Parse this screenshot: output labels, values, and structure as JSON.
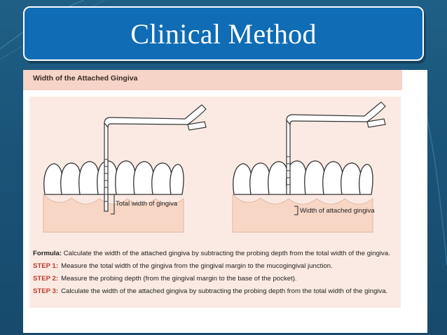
{
  "slide": {
    "title": "Clinical Method"
  },
  "figure": {
    "header": "Width of the Attached Gingiva",
    "left_label": "Total width of gingiva",
    "right_label": "Width of attached gingiva"
  },
  "text": {
    "formula_lead": "Formula:",
    "formula_body": "Calculate the width of the attached gingiva by subtracting the probing depth from the total width of the gingiva.",
    "steps": [
      {
        "key": "STEP 1:",
        "text": "Measure the total width of the gingiva from the gingival margin to the mucogingival junction."
      },
      {
        "key": "STEP 2:",
        "text": "Measure the probing depth (from the gingival margin to the base of the pocket)."
      },
      {
        "key": "STEP 3:",
        "text": "Calculate the width of the attached gingiva by subtracting the probing depth from the total width of the gingiva."
      }
    ]
  },
  "colors": {
    "title_box": "#0f6cb5",
    "header_band": "#f6d4c8",
    "gingiva": "#f7d6c6",
    "step_key": "#c0392b"
  }
}
